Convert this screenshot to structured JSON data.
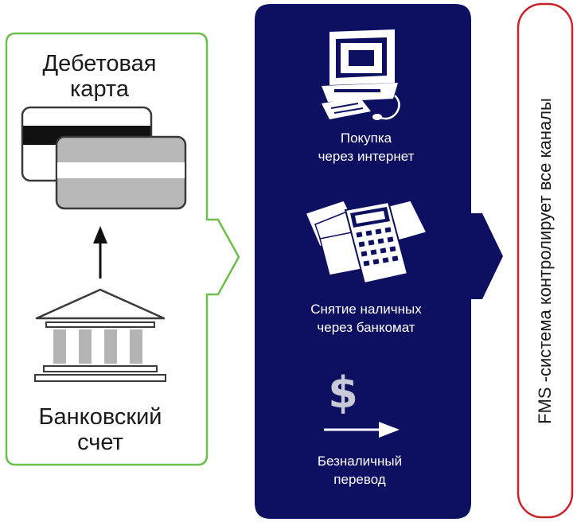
{
  "left_panel": {
    "card_label": [
      "Дебетовая",
      "карта"
    ],
    "bank_label": [
      "Банковский",
      "счет"
    ]
  },
  "channels_panel": {
    "items": [
      {
        "icon": "computer-icon",
        "label": [
          "Покупка",
          "через интернет"
        ]
      },
      {
        "icon": "calculator-money-icon",
        "label": [
          "Снятие наличных",
          "через банкомат"
        ]
      },
      {
        "icon": "dollar-transfer-icon",
        "label": [
          "Безналичный",
          "перевод"
        ]
      }
    ]
  },
  "right_panel": {
    "text": "FMS -система контролирует все каналы"
  },
  "colors": {
    "green_outline": "#6cbf4a",
    "navy": "#0d1060",
    "red_outline": "#c8222a",
    "gray": "#b4b4b4"
  }
}
